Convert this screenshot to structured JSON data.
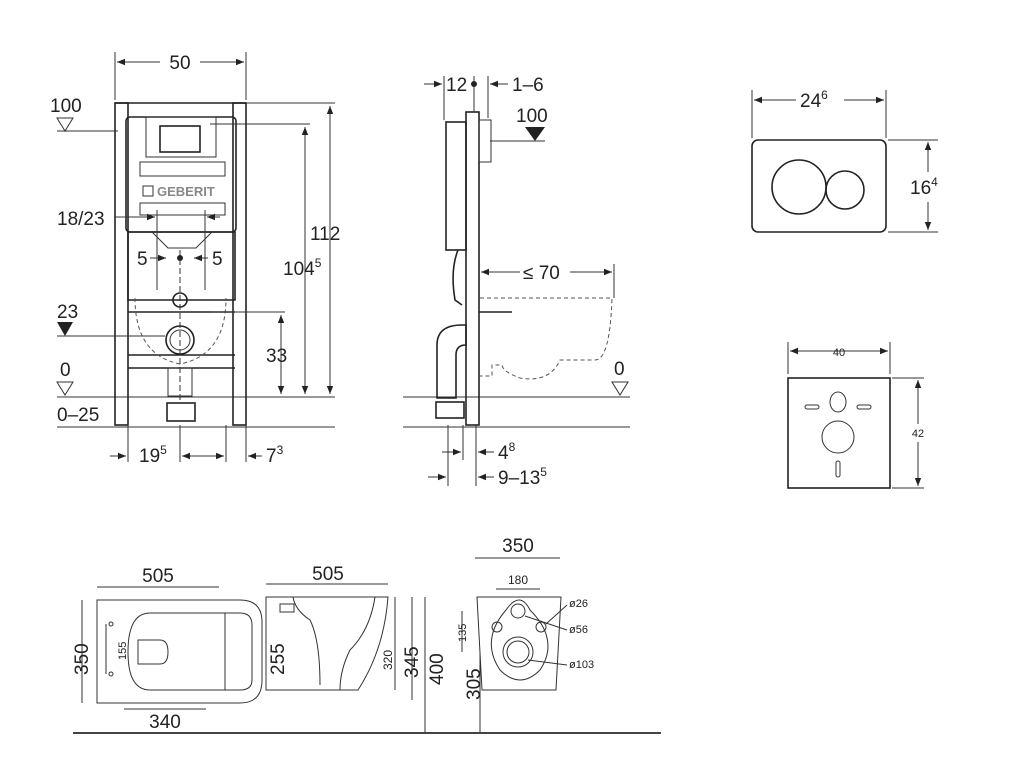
{
  "front_view": {
    "width": "50",
    "level_top": "100",
    "bracket_spacing": "18/23",
    "offset_left": "5",
    "offset_right": "5",
    "total_height": "112",
    "actuation_height_main": "104",
    "actuation_height_sup": "5",
    "drain_level": "23",
    "drain_height": "33",
    "floor_level": "0",
    "floor_adjust": "0–25",
    "drain_offset_main": "19",
    "drain_offset_sup": "5",
    "foot_offset_main": "7",
    "foot_offset_sup": "3",
    "logo": "GEBERIT"
  },
  "side_view": {
    "depth": "12",
    "wall_gap": "1–6",
    "level_top": "100",
    "bowl_projection": "≤ 70",
    "floor_level": "0",
    "frame_main": "4",
    "frame_sup": "8",
    "wall_range_main": "9–13",
    "wall_range_sup": "5"
  },
  "flush_plate": {
    "width_main": "24",
    "width_sup": "6",
    "height_main": "16",
    "height_sup": "4"
  },
  "sound_pad": {
    "width": "40",
    "height": "42"
  },
  "bowl_top_view": {
    "length": "505",
    "width": "350",
    "fixing_distance": "155",
    "seat_width": "255",
    "seat_length": "340"
  },
  "bowl_side_view": {
    "length": "505",
    "height_inner": "320",
    "height": "345",
    "mount_height": "400"
  },
  "bowl_rear_view": {
    "width": "350",
    "fixing_spacing": "180",
    "fixing_vertical": "135",
    "outlet_height": "305",
    "inlet_diameter": "ø26",
    "fixing_diameter": "ø56",
    "outlet_diameter": "ø103"
  }
}
